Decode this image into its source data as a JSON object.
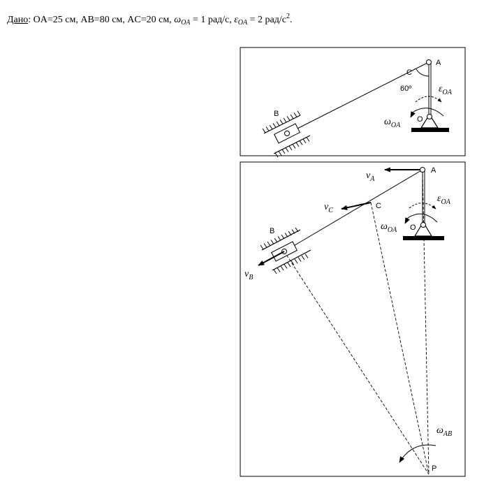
{
  "given": {
    "prefix": "Дано",
    "lengths": ": OA=25 см, AB=80 см, AC=20 см, ",
    "omega_symbol": "ω",
    "omega_sub": "OA",
    "omega_value": " = 1 рад/с,  ",
    "eps_symbol": "ε",
    "eps_sub": "OA",
    "eps_value": " = 2 рад/с",
    "eps_pow": "2",
    "end": "."
  },
  "fig1": {
    "label_A": "A",
    "label_C": "C",
    "label_B": "B",
    "label_O": "O",
    "angle": "60º",
    "eps_symbol": "ε",
    "eps_sub": "OA",
    "omega_symbol": "ω",
    "omega_sub": "OA"
  },
  "fig2": {
    "label_A": "A",
    "label_C": "C",
    "label_B": "B",
    "label_O": "O",
    "label_P": "P",
    "vA_symbol": "v",
    "vA_sub": "A",
    "vC_symbol": "v",
    "vC_sub": "C",
    "vB_symbol": "v",
    "vB_sub": "B",
    "eps_symbol": "ε",
    "eps_sub": "OA",
    "omega_symbol": "ω",
    "omega_sub": "OA",
    "omegaAB_symbol": "ω",
    "omegaAB_sub": "AB"
  }
}
